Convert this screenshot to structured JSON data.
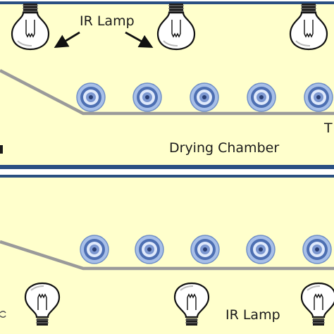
{
  "colors": {
    "panel_fill": "#ffffcc",
    "panel_border": "#2a4f82",
    "belt": "#9a9a9a",
    "roller_outer": "#a7bfe8",
    "roller_mid": "#4d6fb2",
    "roller_inner": "#dfe9fb",
    "roller_core": "#2a3f75",
    "lamp_outline": "#111111",
    "text": "#1a1a1a"
  },
  "upper_panel": {
    "lamp_label": "IR Lamp",
    "chamber_label": "Drying Chamber",
    "right_edge_label": "T",
    "lamp_icon": "ir-lamp-icon",
    "roller_icon": "roller-icon"
  },
  "lower_panel": {
    "lamp_label": "IR Lamp",
    "lamp_icon": "ir-lamp-icon",
    "roller_icon": "roller-icon"
  }
}
